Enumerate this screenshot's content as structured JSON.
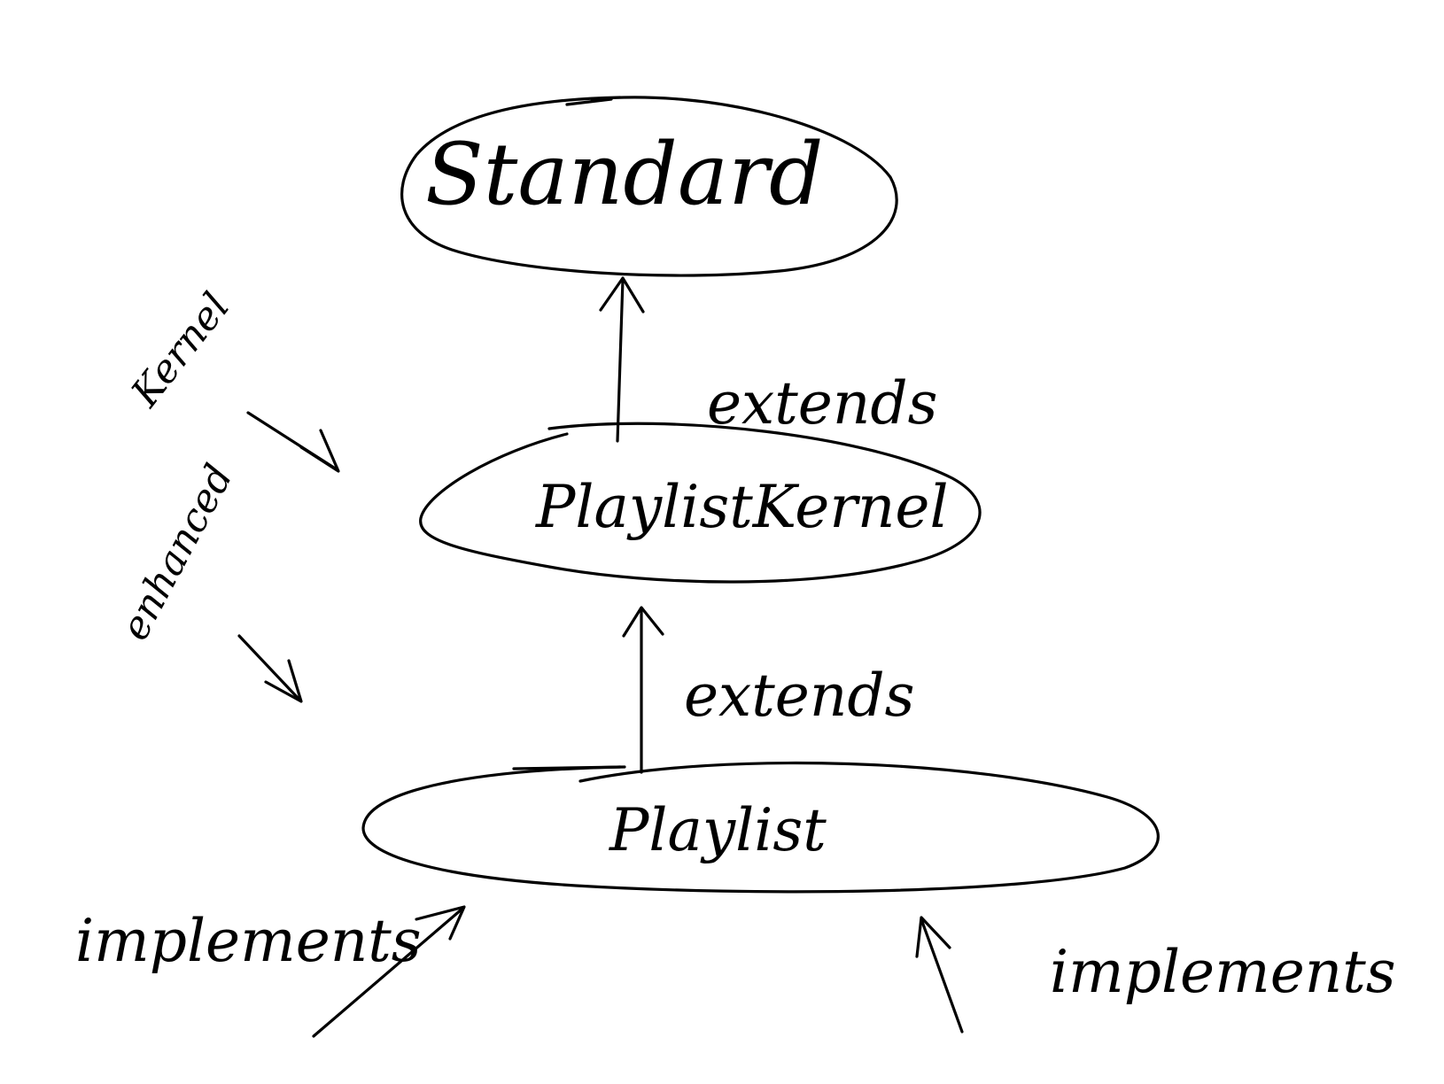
{
  "diagram": {
    "nodes": [
      {
        "id": "standard",
        "label": "Standard"
      },
      {
        "id": "playlist-kernel",
        "label": "PlaylistKernel"
      },
      {
        "id": "playlist",
        "label": "Playlist"
      }
    ],
    "edges": [
      {
        "from": "playlist-kernel",
        "to": "standard",
        "label": "extends"
      },
      {
        "from": "playlist",
        "to": "playlist-kernel",
        "label": "extends"
      },
      {
        "from": "left-implementation",
        "to": "playlist",
        "label": "implements"
      },
      {
        "from": "right-implementation",
        "to": "playlist",
        "label": "implements"
      }
    ],
    "side_notes": [
      {
        "id": "kernel",
        "label": "Kernel"
      },
      {
        "id": "enhanced",
        "label": "enhanced"
      }
    ],
    "colors": {
      "ink": "#000000",
      "background": "#ffffff"
    }
  }
}
